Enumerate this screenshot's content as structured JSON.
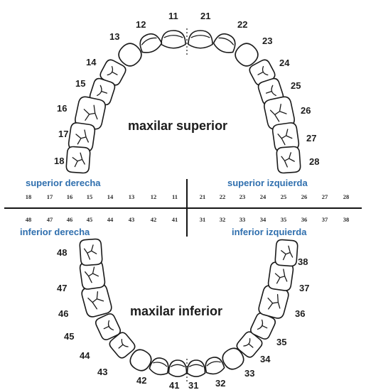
{
  "maxilla_label": "maxilar superior",
  "mandible_label": "maxilar inferior",
  "quadrants": {
    "upper_right": "superior derecha",
    "upper_left": "superior izquierda",
    "lower_right": "inferior derecha",
    "lower_left": "inferior izquierda"
  },
  "upper_teeth": [
    {
      "number": "11",
      "type": "incisor"
    },
    {
      "number": "12",
      "type": "incisor"
    },
    {
      "number": "13",
      "type": "canine"
    },
    {
      "number": "14",
      "type": "premolar"
    },
    {
      "number": "15",
      "type": "premolar"
    },
    {
      "number": "16",
      "type": "molar"
    },
    {
      "number": "17",
      "type": "molar"
    },
    {
      "number": "18",
      "type": "molar"
    },
    {
      "number": "21",
      "type": "incisor"
    },
    {
      "number": "22",
      "type": "incisor"
    },
    {
      "number": "23",
      "type": "canine"
    },
    {
      "number": "24",
      "type": "premolar"
    },
    {
      "number": "25",
      "type": "premolar"
    },
    {
      "number": "26",
      "type": "molar"
    },
    {
      "number": "27",
      "type": "molar"
    },
    {
      "number": "28",
      "type": "molar"
    }
  ],
  "lower_teeth": [
    {
      "number": "41",
      "type": "incisor"
    },
    {
      "number": "42",
      "type": "incisor"
    },
    {
      "number": "43",
      "type": "canine"
    },
    {
      "number": "44",
      "type": "premolar"
    },
    {
      "number": "45",
      "type": "premolar"
    },
    {
      "number": "46",
      "type": "molar"
    },
    {
      "number": "47",
      "type": "molar"
    },
    {
      "number": "48",
      "type": "molar"
    },
    {
      "number": "31",
      "type": "incisor"
    },
    {
      "number": "32",
      "type": "incisor"
    },
    {
      "number": "33",
      "type": "canine"
    },
    {
      "number": "34",
      "type": "premolar"
    },
    {
      "number": "35",
      "type": "premolar"
    },
    {
      "number": "36",
      "type": "molar"
    },
    {
      "number": "37",
      "type": "molar"
    },
    {
      "number": "38",
      "type": "molar"
    }
  ],
  "upper_row_right": [
    "18",
    "17",
    "16",
    "15",
    "14",
    "13",
    "12",
    "11"
  ],
  "upper_row_left": [
    "21",
    "22",
    "23",
    "24",
    "25",
    "26",
    "27",
    "28"
  ],
  "lower_row_right": [
    "48",
    "47",
    "46",
    "45",
    "44",
    "43",
    "42",
    "41"
  ],
  "lower_row_left": [
    "31",
    "32",
    "33",
    "34",
    "35",
    "36",
    "37",
    "38"
  ]
}
